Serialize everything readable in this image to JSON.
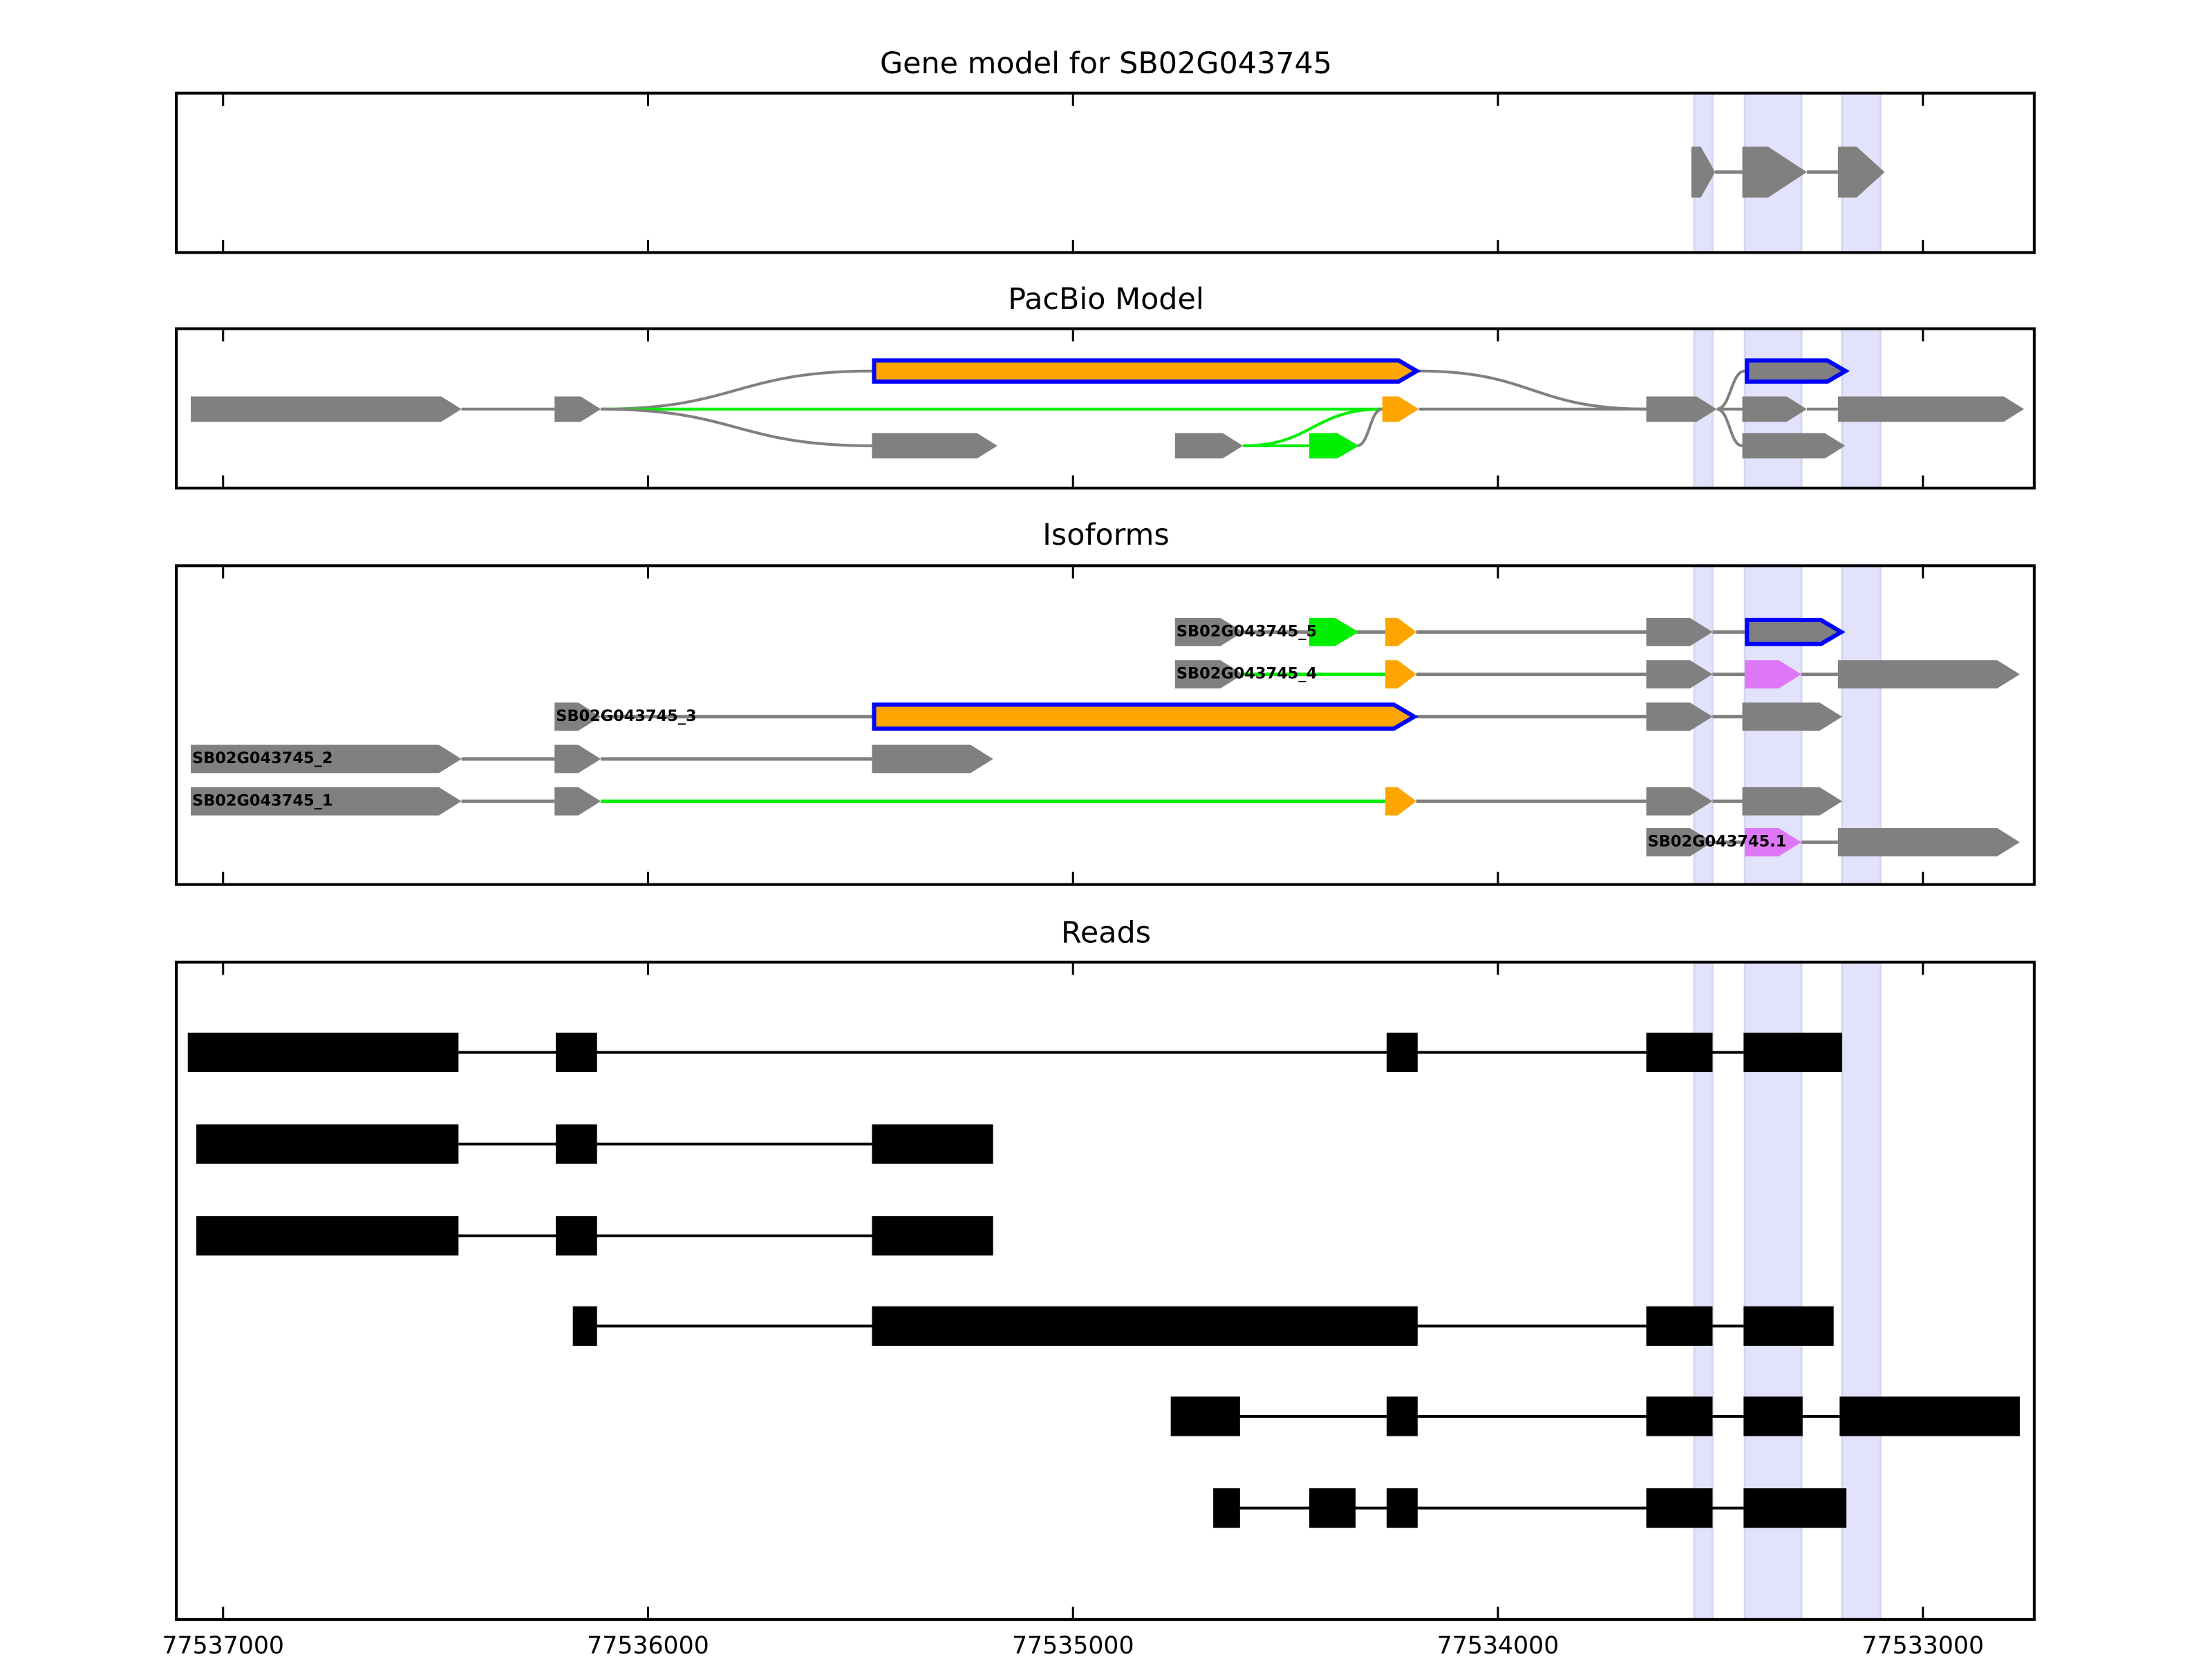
{
  "colors": {
    "exon": "#808080",
    "intron": "#808080",
    "highlight": "#e2e2fd",
    "orange": "#ffa500",
    "green": "#00ee00",
    "blue": "#0000ff",
    "magenta": "#dd77f7",
    "read": "#000000"
  },
  "chart_data": {
    "type": "gene-structure",
    "xlim": [
      77537110,
      77532738
    ],
    "x_ticks": [
      77537000,
      77536000,
      77535000,
      77534000,
      77533000
    ],
    "x_tick_labels": [
      "77537000",
      "77536000",
      "77535000",
      "77534000",
      "77533000"
    ],
    "highlight_regions": [
      [
        77533538,
        77533495
      ],
      [
        77533419,
        77533286
      ],
      [
        77533190,
        77533100
      ]
    ],
    "panels": {
      "gene_model": {
        "title": "Gene model for SB02G043745",
        "exons": [
          [
            77533545,
            77533489
          ],
          [
            77533425,
            77533273
          ],
          [
            77533200,
            77533090
          ]
        ]
      },
      "pacbio": {
        "title": "PacBio Model",
        "nodes": [
          {
            "row": 1,
            "s": 77537076,
            "e": 77536439,
            "fill": "exon"
          },
          {
            "row": 1,
            "s": 77536220,
            "e": 77536111,
            "fill": "exon"
          },
          {
            "row": 0,
            "s": 77535473,
            "e": 77534186,
            "fill": "orange",
            "stroke": "blue"
          },
          {
            "row": 1,
            "s": 77534272,
            "e": 77534186,
            "fill": "orange"
          },
          {
            "row": 2,
            "s": 77535473,
            "e": 77535178,
            "fill": "exon"
          },
          {
            "row": 2,
            "s": 77534760,
            "e": 77534600,
            "fill": "exon"
          },
          {
            "row": 2,
            "s": 77534444,
            "e": 77534332,
            "fill": "green",
            "stroke": "green"
          },
          {
            "row": 1,
            "s": 77533651,
            "e": 77533485,
            "fill": "exon"
          },
          {
            "row": 0,
            "s": 77533419,
            "e": 77533177,
            "fill": "exon",
            "stroke": "blue"
          },
          {
            "row": 1,
            "s": 77533425,
            "e": 77533273,
            "fill": "exon"
          },
          {
            "row": 2,
            "s": 77533425,
            "e": 77533183,
            "fill": "exon"
          },
          {
            "row": 1,
            "s": 77533200,
            "e": 77532762,
            "fill": "exon"
          }
        ],
        "edges": [
          [
            0,
            1,
            "intron"
          ],
          [
            1,
            2,
            "intron"
          ],
          [
            1,
            3,
            "green"
          ],
          [
            1,
            4,
            "intron"
          ],
          [
            5,
            6,
            "green"
          ],
          [
            5,
            3,
            "green"
          ],
          [
            6,
            3,
            "intron"
          ],
          [
            2,
            7,
            "intron"
          ],
          [
            3,
            7,
            "intron"
          ],
          [
            7,
            8,
            "intron"
          ],
          [
            7,
            9,
            "intron"
          ],
          [
            7,
            10,
            "intron"
          ],
          [
            9,
            11,
            "intron"
          ]
        ]
      },
      "isoforms": {
        "title": "Isoforms",
        "items": [
          {
            "label": "SB02G043745_5",
            "exons": [
              [
                77534760,
                77534600,
                "exon"
              ],
              [
                77534444,
                77534332,
                "green",
                "green"
              ],
              [
                77534265,
                77534192,
                "orange"
              ],
              [
                77533651,
                77533495,
                "exon"
              ],
              [
                77533419,
                77533187,
                "exon",
                "blue"
              ]
            ],
            "introns": [
              "intron",
              "intron",
              "intron",
              "intron"
            ]
          },
          {
            "label": "SB02G043745_4",
            "exons": [
              [
                77534760,
                77534600,
                "exon"
              ],
              [
                77534265,
                77534192,
                "orange"
              ],
              [
                77533651,
                77533495,
                "exon"
              ],
              [
                77533419,
                77533286,
                "magenta"
              ],
              [
                77533200,
                77532772,
                "exon"
              ]
            ],
            "introns": [
              "green",
              "intron",
              "intron",
              "intron"
            ]
          },
          {
            "label": "SB02G043745_3",
            "exons": [
              [
                77536220,
                77536111,
                "exon"
              ],
              [
                77535473,
                77534192,
                "orange",
                "blue"
              ],
              [
                77533651,
                77533495,
                "exon"
              ],
              [
                77533425,
                77533190,
                "exon"
              ]
            ],
            "introns": [
              "intron",
              "intron",
              "intron"
            ]
          },
          {
            "label": "SB02G043745_2",
            "exons": [
              [
                77537076,
                77536439,
                "exon"
              ],
              [
                77536220,
                77536111,
                "exon"
              ],
              [
                77535473,
                77535188,
                "exon"
              ]
            ],
            "introns": [
              "intron",
              "intron"
            ]
          },
          {
            "label": "SB02G043745_1",
            "exons": [
              [
                77537076,
                77536439,
                "exon"
              ],
              [
                77536220,
                77536111,
                "exon"
              ],
              [
                77534265,
                77534192,
                "orange"
              ],
              [
                77533651,
                77533495,
                "exon"
              ],
              [
                77533425,
                77533190,
                "exon"
              ]
            ],
            "introns": [
              "intron",
              "green",
              "intron",
              "intron"
            ]
          },
          {
            "label": "SB02G043745.1",
            "exons": [
              [
                77533651,
                77533495,
                "exon"
              ],
              [
                77533419,
                77533286,
                "magenta"
              ],
              [
                77533200,
                77532772,
                "exon"
              ]
            ],
            "introns": [
              "intron",
              "intron"
            ]
          }
        ]
      },
      "reads": {
        "title": "Reads",
        "items": [
          [
            [
              77537083,
              77536446
            ],
            [
              77536217,
              77536120
            ],
            [
              77534262,
              77534189
            ],
            [
              77533651,
              77533495
            ],
            [
              77533422,
              77533190
            ]
          ],
          [
            [
              77537063,
              77536446
            ],
            [
              77536217,
              77536120
            ],
            [
              77535473,
              77535188
            ]
          ],
          [
            [
              77537063,
              77536446
            ],
            [
              77536217,
              77536120
            ],
            [
              77535473,
              77535188
            ]
          ],
          [
            [
              77536177,
              77536120
            ],
            [
              77535473,
              77534189
            ],
            [
              77533651,
              77533495
            ],
            [
              77533422,
              77533210
            ]
          ],
          [
            [
              77534770,
              77534607
            ],
            [
              77534262,
              77534189
            ],
            [
              77533651,
              77533495
            ],
            [
              77533422,
              77533283
            ],
            [
              77533196,
              77532772
            ]
          ],
          [
            [
              77534670,
              77534607
            ],
            [
              77534444,
              77534335
            ],
            [
              77534262,
              77534189
            ],
            [
              77533651,
              77533495
            ],
            [
              77533422,
              77533180
            ]
          ]
        ]
      }
    }
  }
}
